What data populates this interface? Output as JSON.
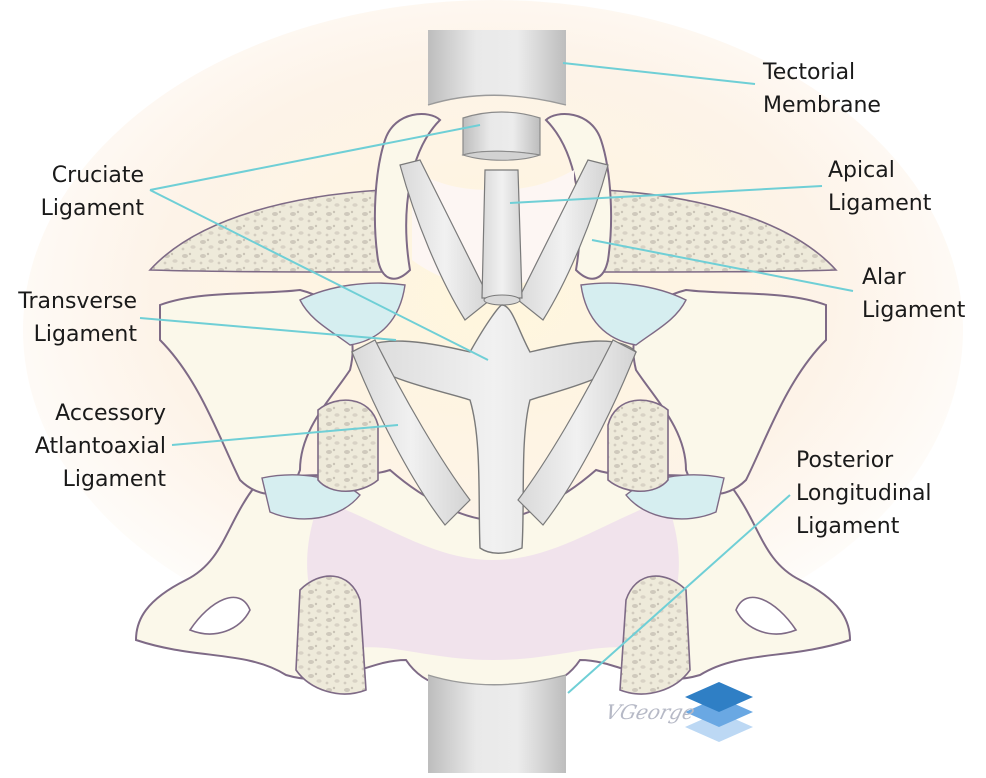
{
  "labels": {
    "tectorial": [
      "Tectorial",
      "Membrane"
    ],
    "cruciate": [
      "Cruciate",
      "Ligament"
    ],
    "apical": [
      "Apical",
      "Ligament"
    ],
    "alar": [
      "Alar",
      "Ligament"
    ],
    "transverse": [
      "Transverse",
      "Ligament"
    ],
    "accessory": [
      "Accessory",
      "Atlantoaxial",
      "Ligament"
    ],
    "posterior": [
      "Posterior",
      "Longitudinal",
      "Ligament"
    ]
  },
  "signature": "VGeorge",
  "colors": {
    "leader": "#6fcfd6",
    "bone": "#fbf8ea",
    "bone_outline": "#7e6a86",
    "pink": "#eedcec",
    "cartilage": "#d6eef0",
    "ligament": "#e8e8e8",
    "ligament_shade": "#cfcfcf",
    "canal": "#e6e6e6",
    "logo_dark": "#2f7fc5",
    "logo_mid": "#6aa8e3",
    "logo_light": "#bcd8f4"
  }
}
